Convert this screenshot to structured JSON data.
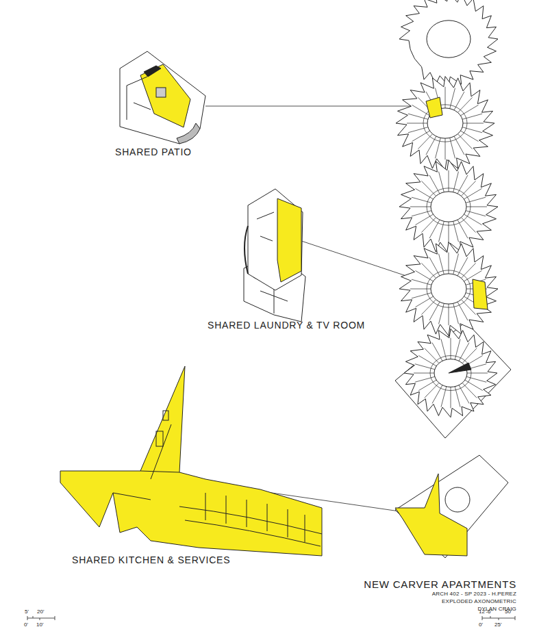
{
  "diagram": {
    "title": "NEW CARVER APARTMENTS",
    "labels": [
      "SHARED PATIO",
      "SHARED LAUNDRY & TV ROOM",
      "SHARED KITCHEN & SERVICES",
      "ARCH 402 - SP 2023 - H.PEREZ",
      "EXPLODED AXONOMETRIC",
      "DYLAN CRAIG",
      "5'",
      "20'",
      "0'",
      "10'",
      "12'-6\"",
      "50'",
      "0'",
      "25'"
    ]
  }
}
